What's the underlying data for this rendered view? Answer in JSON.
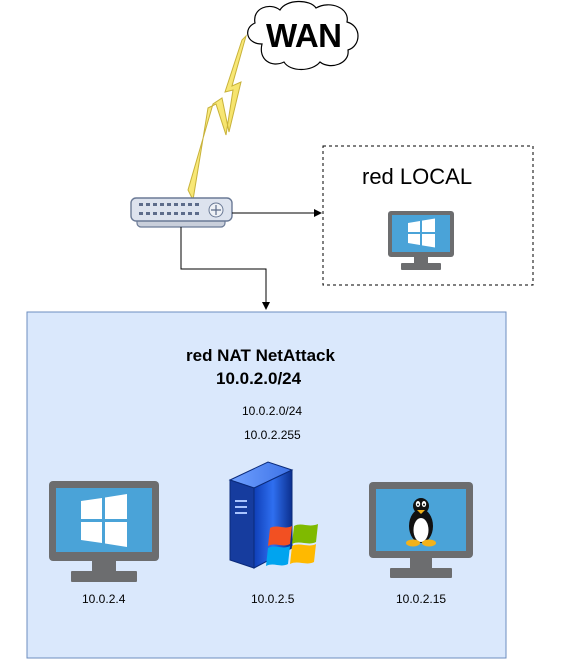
{
  "wan": {
    "label": "WAN"
  },
  "local_network": {
    "label": "red LOCAL"
  },
  "nat_network": {
    "title": "red NAT NetAttack",
    "subnet": "10.0.2.0/24",
    "info_lines": [
      "10.0.2.0/24",
      "10.0.2.255"
    ]
  },
  "hosts": [
    {
      "ip": "10.0.2.4",
      "icon": "windows-monitor-icon"
    },
    {
      "ip": "10.0.2.5",
      "icon": "windows-server-icon"
    },
    {
      "ip": "10.0.2.15",
      "icon": "linux-monitor-icon"
    }
  ],
  "colors": {
    "nat_fill": "#dae8fc",
    "nat_border": "#6c8ebf",
    "monitor_frame": "#6c6d6f",
    "monitor_screen": "#4aa3d8",
    "lightning_fill": "#fff27f",
    "router_fill": "#dde3ee"
  }
}
